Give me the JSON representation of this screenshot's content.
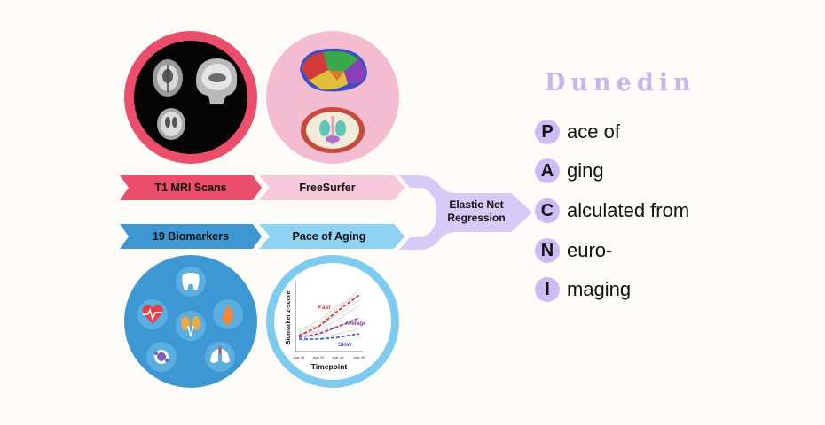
{
  "steps": {
    "mri_label": "T1 MRI Scans",
    "freesurfer_label": "FreeSurfer",
    "biomarkers_label": "19 Biomarkers",
    "pace_label": "Pace of Aging",
    "regression_line1": "Elastic Net",
    "regression_line2": "Regression"
  },
  "mini_chart": {
    "ylabel": "Biomarker z-score",
    "xlabel": "Timepoint",
    "ticks": [
      "Age 26",
      "Age 32",
      "Age 38",
      "Age 45"
    ],
    "series": [
      {
        "name": "Fast",
        "color": "#d42a2a"
      },
      {
        "name": "Average",
        "color": "#8a3d9e"
      },
      {
        "name": "Slow",
        "color": "#2f55c4"
      }
    ]
  },
  "title": "Dunedin",
  "acronym": [
    {
      "letter": "P",
      "rest": "ace of"
    },
    {
      "letter": "A",
      "rest": "ging"
    },
    {
      "letter": "C",
      "rest": "alculated from"
    },
    {
      "letter": "N",
      "rest": "euro-"
    },
    {
      "letter": "I",
      "rest": "maging"
    }
  ],
  "colors": {
    "mri": "#ea4e6a",
    "freesurfer": "#f4bcd1",
    "biomarkers": "#3d97d2",
    "pace": "#7ecbf0",
    "regression": "#d6cbf7",
    "acronym_accent": "#cbbdf3"
  }
}
